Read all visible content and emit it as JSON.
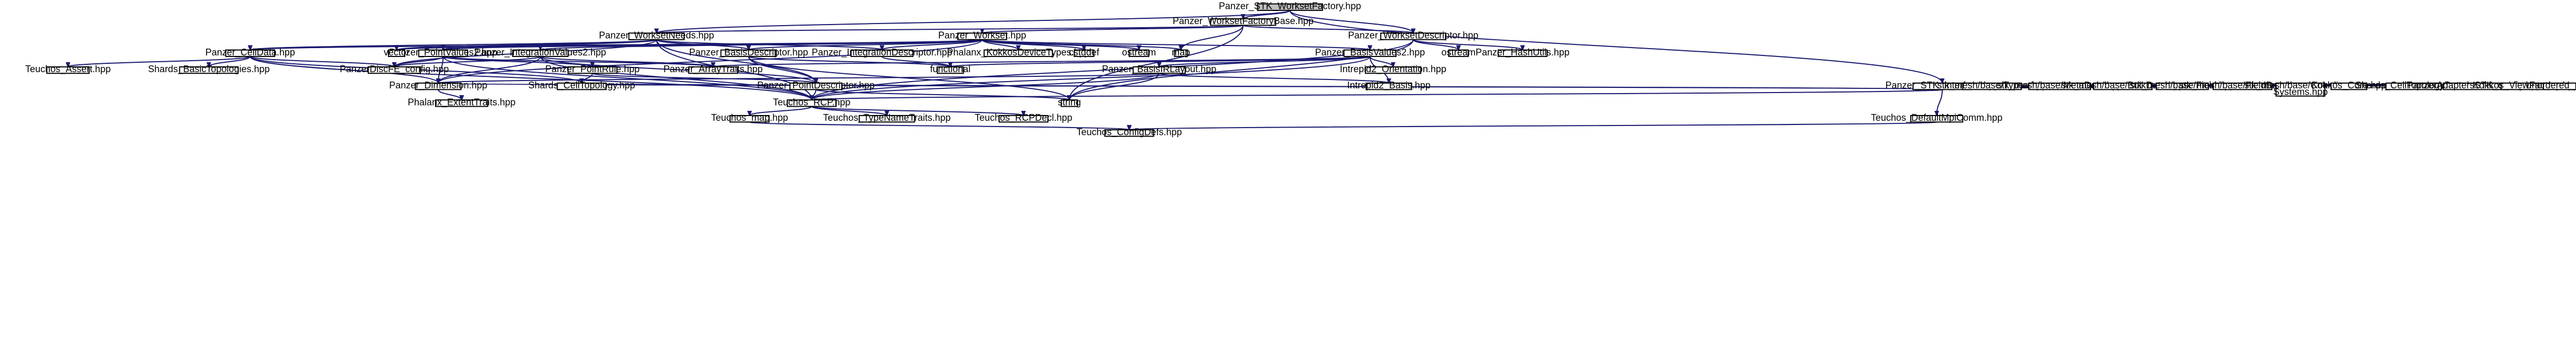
{
  "colors": {
    "edge": "#191970",
    "root_fill": "#bfbfbf",
    "node_fill": "#ffffff",
    "node_border": "#000000",
    "missing_border": "#ff0000"
  },
  "nodes": [
    {
      "id": "root",
      "label": "Panzer_STK_WorksetFactory.hpp",
      "kind": "root"
    },
    {
      "id": "wfb",
      "label": "Panzer_WorksetFactoryBase.hpp"
    },
    {
      "id": "wn",
      "label": "Panzer_WorksetNeeds.hpp"
    },
    {
      "id": "wd",
      "label": "Panzer_WorksetDescriptor.hpp"
    },
    {
      "id": "stki",
      "label": "Panzer_STK_Interface.hpp"
    },
    {
      "id": "ws",
      "label": "Panzer_Workset.hpp"
    },
    {
      "id": "cd",
      "label": "Panzer_CellData.hpp"
    },
    {
      "id": "pv2",
      "label": "Panzer_PointValues2.hpp"
    },
    {
      "id": "iv2",
      "label": "Panzer_IntegrationValues2.hpp",
      "kind": "missing"
    },
    {
      "id": "vector",
      "label": "vector"
    },
    {
      "id": "bd",
      "label": "Panzer_BasisDescriptor.hpp"
    },
    {
      "id": "intd",
      "label": "Panzer_IntegrationDescriptor.hpp"
    },
    {
      "id": "kdt",
      "label": "Phalanx_KokkosDeviceTypes.hpp"
    },
    {
      "id": "cstddef",
      "label": "cstddef"
    },
    {
      "id": "ostream",
      "label": "ostream"
    },
    {
      "id": "map",
      "label": "map"
    },
    {
      "id": "bv2",
      "label": "Panzer_BasisValues2.hpp"
    },
    {
      "id": "ostream2",
      "label": "ostream"
    },
    {
      "id": "hash",
      "label": "Panzer_HashUtils.hpp"
    },
    {
      "id": "ta",
      "label": "Teuchos_Assert.hpp"
    },
    {
      "id": "sbt",
      "label": "Shards_BasicTopologies.hpp"
    },
    {
      "id": "pcfg",
      "label": "PanzerDiscFE_config.hpp"
    },
    {
      "id": "pr",
      "label": "Panzer_PointRule.hpp",
      "kind": "missing"
    },
    {
      "id": "at",
      "label": "Panzer_ArrayTraits.hpp",
      "kind": "missing"
    },
    {
      "id": "functional",
      "label": "functional"
    },
    {
      "id": "bil",
      "label": "Panzer_BasisIRLayout.hpp",
      "kind": "missing"
    },
    {
      "id": "iot",
      "label": "Intrepid2_Orientation.hpp"
    },
    {
      "id": "dim",
      "label": "Panzer_Dimension.hpp"
    },
    {
      "id": "sct",
      "label": "Shards_CellTopology.hpp"
    },
    {
      "id": "pd",
      "label": "Panzer_PointDescriptor.hpp"
    },
    {
      "id": "ib",
      "label": "Intrepid2_Basis.hpp"
    },
    {
      "id": "pet",
      "label": "Phalanx_ExtentTraits.hpp"
    },
    {
      "id": "rcp",
      "label": "Teuchos_RCP.hpp"
    },
    {
      "id": "string",
      "label": "string"
    },
    {
      "id": "map2",
      "label": "Teuchos_map.hpp"
    },
    {
      "id": "tnt",
      "label": "Teuchos_TypeNameTraits.hpp"
    },
    {
      "id": "rcpdecl",
      "label": "Teuchos_RCPDecl.hpp",
      "kind": "missing"
    },
    {
      "id": "cfg",
      "label": "Teuchos_ConfigDefs.hpp"
    },
    {
      "id": "dmc",
      "label": "Teuchos_DefaultMpiComm.hpp"
    },
    {
      "id": "st",
      "label": "stk_mesh/base/Types.hpp"
    },
    {
      "id": "smd",
      "label": "stk_mesh/base/MetaData.hpp"
    },
    {
      "id": "sbd",
      "label": "stk_mesh/base/BulkData.hpp"
    },
    {
      "id": "sf",
      "label": "stk_mesh/base/Field.hpp"
    },
    {
      "id": "sfb",
      "label": "stk_mesh/base/FieldBase.hpp"
    },
    {
      "id": "scs",
      "label": "stk_mesh/base/Coordinate Systems.hpp"
    },
    {
      "id": "kc",
      "label": "Kokkos_Core.hpp"
    },
    {
      "id": "sctd",
      "label": "Shards_CellTopologyData.h"
    },
    {
      "id": "pac",
      "label": "PanzerAdaptersSTK_config.hpp"
    },
    {
      "id": "kvf",
      "label": "Kokkos_ViewFactory.hpp"
    },
    {
      "id": "umap",
      "label": "unordered_map"
    }
  ]
}
